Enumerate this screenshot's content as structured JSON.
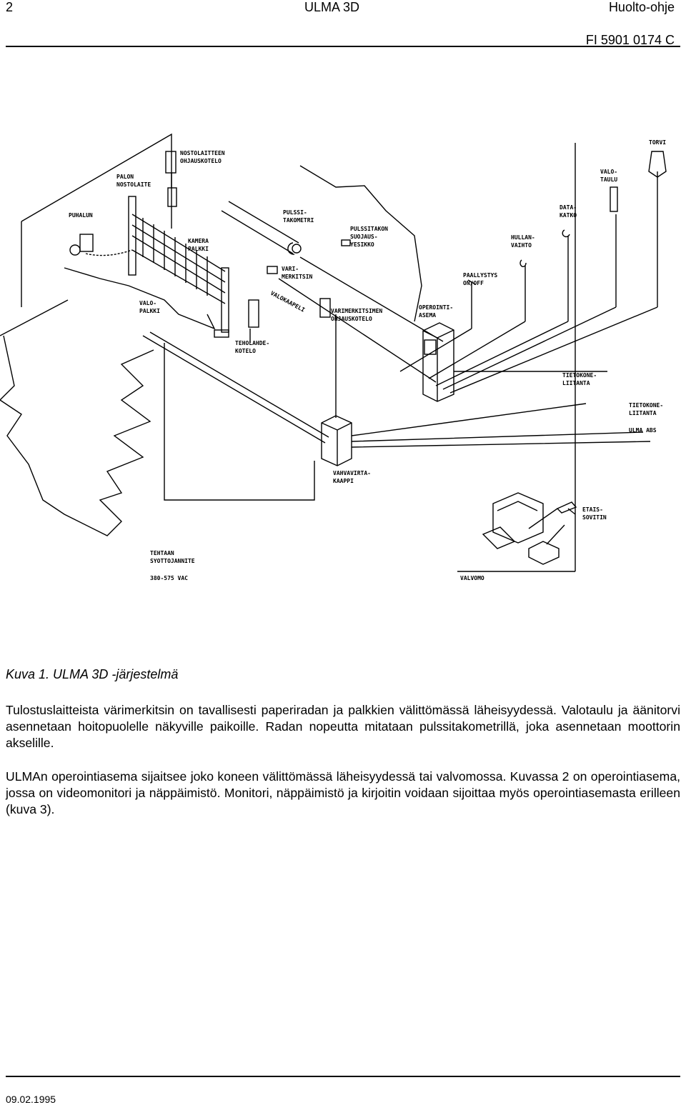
{
  "header": {
    "page_number": "2",
    "title": "ULMA 3D",
    "doc_type": "Huolto-ohje",
    "doc_code": "FI 5901 0174 C"
  },
  "figure": {
    "labels": {
      "puhalun": "PUHALUN",
      "palon1": "PALON",
      "palon2": "NOSTOLAITE",
      "nosto1": "NOSTOLAITTEEN",
      "nosto2": "OHJAUSKOTELO",
      "kamera1": "KAMERA",
      "kamera2": "PALKKI",
      "pulssi1": "PULSSI-",
      "pulssi2": "TAKOMETRI",
      "suojaus1": "PULSSITAKON",
      "suojaus2": "SUOJAUS-",
      "suojaus3": "YESIKKO",
      "vari1": "VARI-",
      "vari2": "MERKITSIN",
      "valokaapeli": "VALOKAAPELI",
      "valo1": "VALO-",
      "valo2": "PALKKI",
      "varim1": "VARIMERKITSIMEN",
      "varim2": "OHJAUSKOTELO",
      "teho1": "TEHOLAHDE-",
      "teho2": "KOTELO",
      "oper1": "OPEROINTI-",
      "oper2": "ASEMA",
      "paallystys1": "PAALLYSTYS",
      "paallystys2": "ON/OFF",
      "hullan1": "HULLAN-",
      "hullan2": "VAIHTO",
      "data1": "DATA-",
      "data2": "KATKO",
      "valotaulu1": "VALO-",
      "valotaulu2": "TAULU",
      "torvi": "TORVI",
      "tiet1a": "TIETOKONE-",
      "tiet1b": "LIITANTA",
      "tiet2a": "TIETOKONE-",
      "tiet2b": "LIITANTA",
      "ulma_abs": "ULMA ABS",
      "vahva1": "VAHVAVIRTA-",
      "vahva2": "KAAPPI",
      "etais1": "ETAIS-",
      "etais2": "SOVITIN",
      "tehtaan1": "TEHTAAN",
      "tehtaan2": "SYOTTOJANNITE",
      "voltage": "380-575 VAC",
      "valvomo": "VALVOMO"
    }
  },
  "caption": "Kuva 1. ULMA 3D -järjestelmä",
  "paragraphs": [
    "Tulostuslaitteista värimerkitsin on tavallisesti paperiradan ja palkkien välittömässä läheisyydessä. Valotaulu ja äänitorvi asennetaan hoitopuolelle näkyville paikoille. Radan nopeutta mitataan pulssitakometrillä, joka asennetaan moottorin akselille.",
    "ULMAn operointiasema sijaitsee joko koneen välittömässä läheisyydessä tai valvomossa. Kuvassa 2 on operointiasema, jossa on videomonitori ja näppäimistö. Monitori, näppäimistö ja kirjoitin voidaan sijoittaa myös operointiasemasta erilleen (kuva 3)."
  ],
  "footer": {
    "date": "09.02.1995"
  }
}
